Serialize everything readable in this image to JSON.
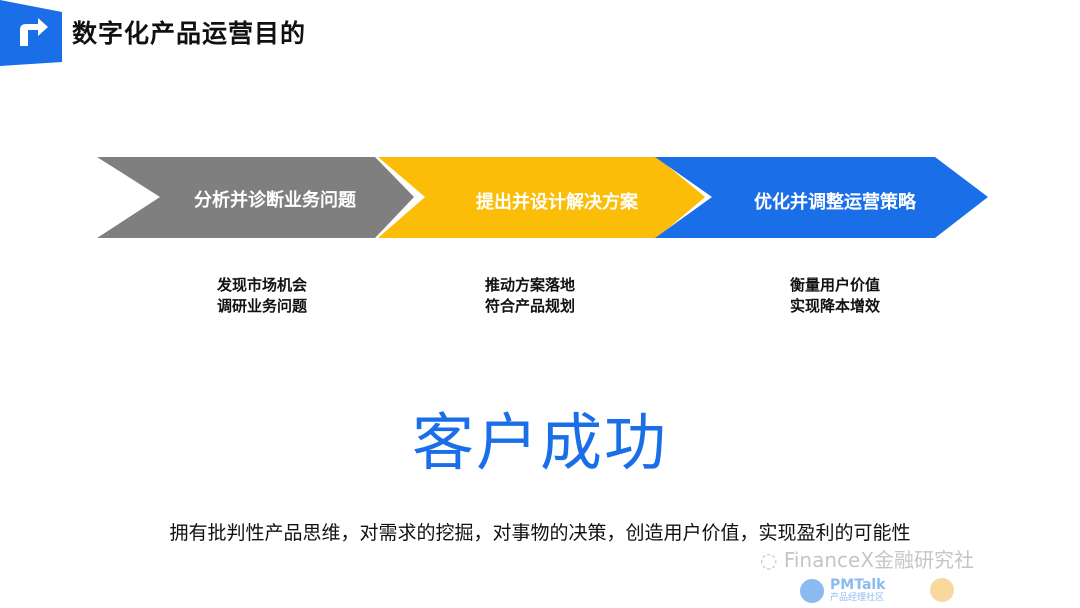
{
  "header": {
    "title": "数字化产品运营目的",
    "icon": "turn-right-arrow-icon",
    "accent": "#1a6fe8"
  },
  "steps": [
    {
      "label": "分析并诊断业务问题",
      "color": "#7f7f7f",
      "details": [
        "发现市场机会",
        "调研业务问题"
      ]
    },
    {
      "label": "提出并设计解决方案",
      "color": "#fbbd08",
      "details": [
        "推动方案落地",
        "符合产品规划"
      ]
    },
    {
      "label": "优化并调整运营策略",
      "color": "#1a6fe8",
      "details": [
        "衡量用户价值",
        "实现降本增效"
      ]
    }
  ],
  "headline": "客户成功",
  "description": "拥有批判性产品思维，对需求的挖掘，对事物的决策，创造用户价值，实现盈利的可能性",
  "watermark": {
    "text": "FinanceX金融研究社",
    "logo1": "PMTalk",
    "logo1_sub": "产品经理社区"
  }
}
